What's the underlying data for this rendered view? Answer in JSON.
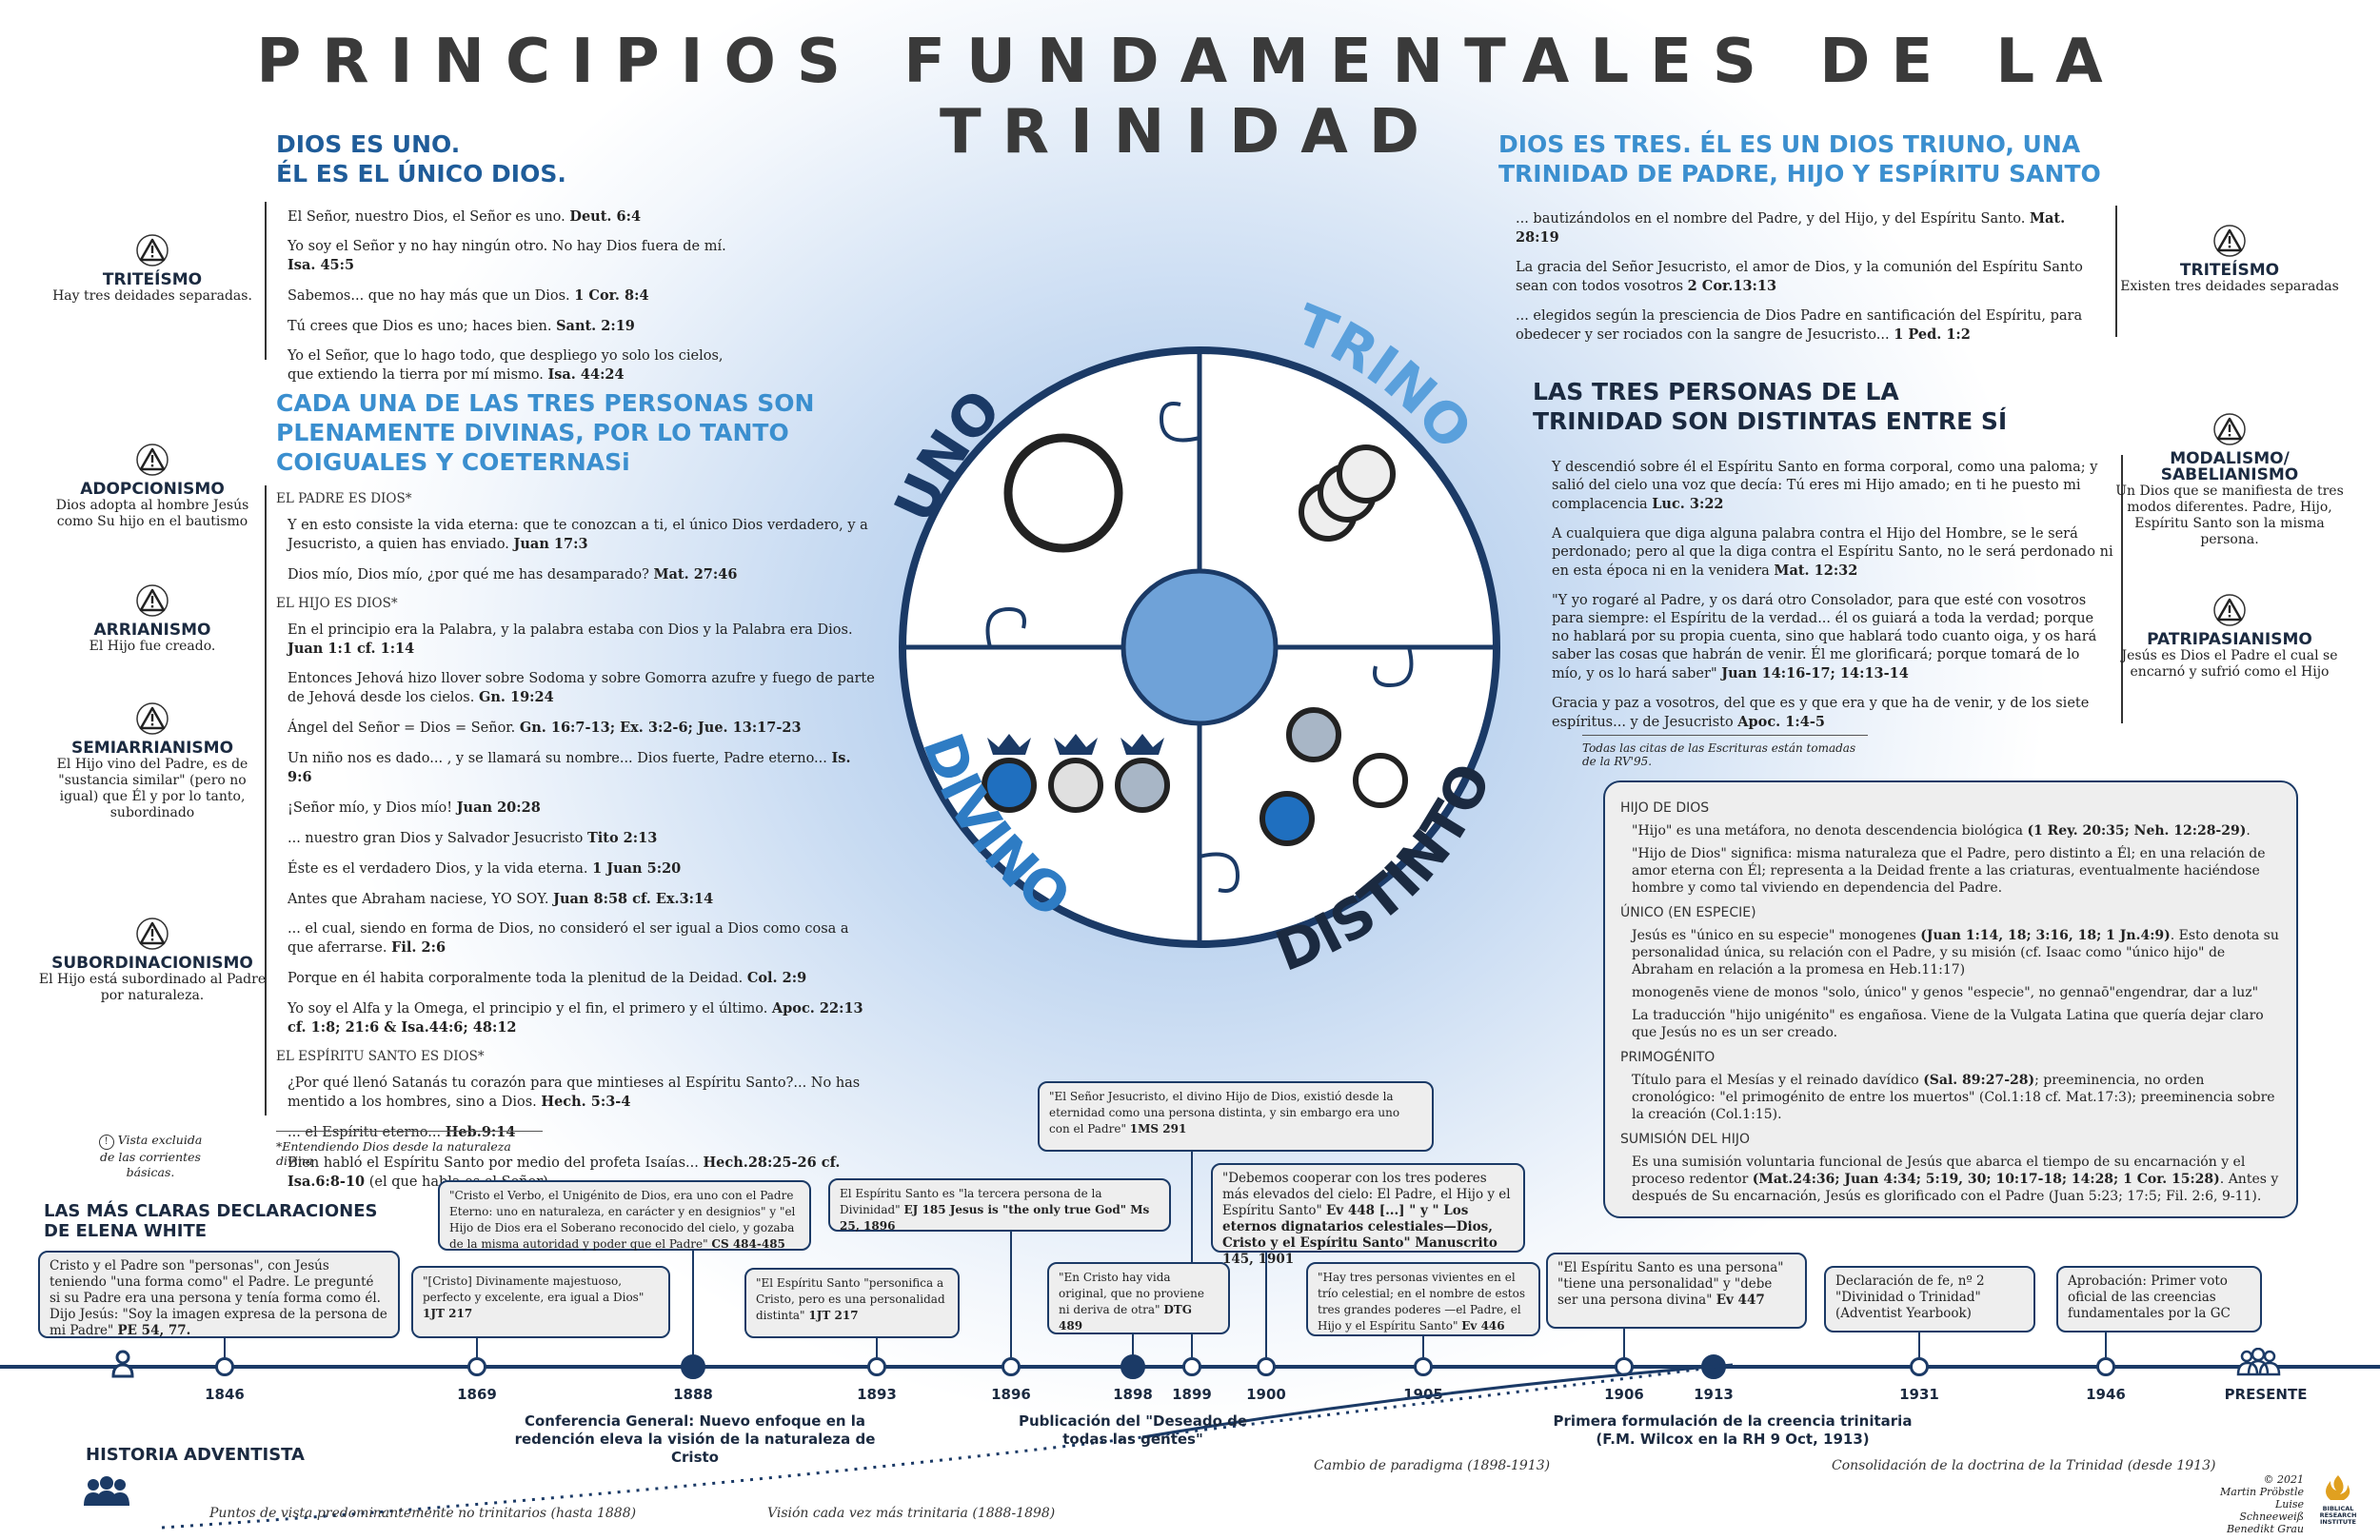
{
  "title": "PRINCIPIOS FUNDAMENTALES DE LA TRINIDAD",
  "left": {
    "uno_heading_1": "DIOS ES UNO.",
    "uno_heading_2": "ÉL ES EL ÚNICO DIOS.",
    "uno_quotes": [
      {
        "t": "El Señor, nuestro Dios, el Señor es uno. ",
        "r": "Deut. 6:4"
      },
      {
        "t": "Yo soy el Señor y no hay ningún otro. No hay Dios fuera de mí. ",
        "r": "Isa. 45:5"
      },
      {
        "t": "Sabemos... que no hay más que un Dios. ",
        "r": "1 Cor. 8:4"
      },
      {
        "t": "Tú crees que Dios es uno; haces bien. ",
        "r": "Sant. 2:19"
      },
      {
        "t": "Yo el Señor, que lo hago todo, que despliego yo solo los cielos, que extiendo la tierra por mí mismo. ",
        "r": "Isa. 44:24"
      }
    ],
    "divinas_heading": "CADA UNA DE LAS TRES PERSONAS SON PLENAMENTE DIVINAS, POR LO TANTO COIGUALES Y COETERNASi",
    "padre_label": "EL PADRE ES DIOS*",
    "padre_quotes": [
      {
        "t": "Y en esto consiste la vida eterna: que te conozcan a ti, el único Dios verdadero, y a Jesucristo, a quien has enviado. ",
        "r": "Juan 17:3"
      },
      {
        "t": "Dios mío, Dios mío, ¿por qué me has desamparado? ",
        "r": "Mat. 27:46"
      }
    ],
    "hijo_label": "EL HIJO ES DIOS*",
    "hijo_quotes": [
      {
        "t": "En el principio era la Palabra, y la palabra estaba con Dios y la Palabra era Dios. ",
        "r": "Juan 1:1 cf. 1:14"
      },
      {
        "t": "Entonces Jehová hizo llover sobre Sodoma y sobre Gomorra azufre y fuego de parte de Jehová desde los cielos. ",
        "r": "Gn. 19:24"
      },
      {
        "t": "Ángel del Señor = Dios = Señor. ",
        "r": "Gn. 16:7-13; Ex. 3:2-6; Jue. 13:17-23"
      },
      {
        "t": "Un niño nos es dado... , y se llamará su nombre... Dios fuerte, Padre eterno... ",
        "r": "Is. 9:6"
      },
      {
        "t": "¡Señor mío, y Dios mío! ",
        "r": "Juan 20:28"
      },
      {
        "t": "... nuestro gran Dios y Salvador Jesucristo ",
        "r": "Tito 2:13"
      },
      {
        "t": "Éste es el verdadero Dios, y la vida eterna. ",
        "r": "1 Juan 5:20"
      },
      {
        "t": "Antes que Abraham naciese, YO SOY. ",
        "r": "Juan 8:58 cf. Ex.3:14"
      },
      {
        "t": "... el cual, siendo en forma de Dios, no consideró el ser igual a Dios como cosa a que aferrarse. ",
        "r": "Fil. 2:6"
      },
      {
        "t": "Porque en él habita corporalmente toda la plenitud de la Deidad. ",
        "r": "Col. 2:9"
      },
      {
        "t": "Yo soy el Alfa y la Omega, el principio y el fin, el primero y el último. ",
        "r": "Apoc. 22:13 cf. 1:8; 21:6 & Isa.44:6; 48:12"
      }
    ],
    "espiritu_label": "EL ESPÍRITU SANTO ES DIOS*",
    "espiritu_quotes": [
      {
        "t": "¿Por qué llenó Satanás tu corazón para que mintieses al Espíritu Santo?... No has mentido a los hombres, sino a Dios. ",
        "r": "Hech. 5:3-4"
      },
      {
        "t": "... el Espíritu eterno... ",
        "r": "Heb.9:14"
      },
      {
        "t": "Bien habló el Espíritu Santo por medio del profeta Isaías... ",
        "r": "Hech.28:25-26 cf. Isa.6:8-10",
        "tail": " (el que habla es el Señor)"
      }
    ],
    "footnote": "*Entendiendo Dios desde la naturaleza divina",
    "heresies": [
      {
        "name": "TRITEÍSMO",
        "desc": "Hay tres deidades separadas."
      },
      {
        "name": "ADOPCIONISMO",
        "desc": "Dios adopta al hombre Jesús como Su hijo en el bautismo"
      },
      {
        "name": "ARRIANISMO",
        "desc": "El Hijo fue creado."
      },
      {
        "name": "SEMIARRIANISMO",
        "desc": "El Hijo vino del Padre, es de \"sustancia similar\" (pero no igual) que Él y por lo tanto, subordinado"
      },
      {
        "name": "SUBORDINACIONISMO",
        "desc": "El Hijo está subordinado al Padre por naturaleza."
      }
    ],
    "legend_1": "Vista excluida",
    "legend_2": "de las corrientes básicas."
  },
  "right": {
    "tres_heading": "DIOS ES TRES. ÉL ES UN DIOS TRIUNO, UNA TRINIDAD DE PADRE, HIJO Y ESPÍRITU SANTO",
    "tres_quotes": [
      {
        "t": "... bautizándolos en el nombre del Padre, y del Hijo, y del Espíritu Santo. ",
        "r": "Mat. 28:19"
      },
      {
        "t": "La gracia del Señor Jesucristo, el amor de Dios, y la comunión del Espíritu Santo sean con todos vosotros ",
        "r": "2 Cor.13:13"
      },
      {
        "t": "... elegidos según la presciencia de Dios Padre en santificación del Espíritu, para obedecer y ser rociados con la sangre de Jesucristo... ",
        "r": "1 Ped. 1:2"
      }
    ],
    "distintas_heading": "LAS TRES PERSONAS DE LA TRINIDAD SON DISTINTAS ENTRE SÍ",
    "distintas_quotes": [
      {
        "t": "Y descendió sobre él el Espíritu Santo en forma corporal, como una paloma; y salió del cielo una voz que decía: Tú eres mi Hijo amado; en ti he puesto mi complacencia ",
        "r": "Luc. 3:22"
      },
      {
        "t": "A cualquiera que diga alguna palabra contra el Hijo del Hombre, se le será perdonado; pero al que la diga contra el Espíritu Santo, no le será perdonado ni en esta época ni en la venidera ",
        "r": "Mat. 12:32"
      },
      {
        "t": "\"Y yo rogaré al Padre, y os dará otro Consolador, para que esté con vosotros para siempre: el Espíritu de la verdad... él os guiará a toda la verdad; porque no hablará por su propia cuenta, sino que hablará todo cuanto oiga, y os hará saber las cosas que habrán de venir. Él me glorificará; porque tomará de lo mío, y os lo hará saber\" ",
        "r": "Juan 14:16-17; 14:13-14"
      },
      {
        "t": "Gracia y paz a vosotros, del que es y que era y que ha de venir, y de los siete espíritus... y de Jesucristo ",
        "r": "Apoc. 1:4-5"
      }
    ],
    "rv_note": "Todas las citas de las Escrituras están tomadas de la RV'95.",
    "heresies": [
      {
        "name": "TRITEÍSMO",
        "desc": "Existen tres deidades separadas"
      },
      {
        "name": "MODALISMO/ SABELIANISMO",
        "desc": "Un Dios que se manifiesta de tres modos diferentes. Padre, Hijo, Espíritu Santo son la misma persona."
      },
      {
        "name": "PATRIPASIANISMO",
        "desc": "Jesús es Dios el Padre el cual se encarnó y sufrió como el Hijo"
      }
    ]
  },
  "circle": {
    "uno": "UNO",
    "trino": "TRINO",
    "divino": "DIVINO",
    "distinto": "DISTINTO"
  },
  "detail_box": {
    "sections": [
      {
        "h": "HIJO DE DIOS",
        "items": [
          [
            "\"Hijo\" es una metáfora, no denota descendencia biológica ",
            "(1 Rey. 20:35; Neh. 12:28-29)",
            "."
          ],
          [
            "\"Hijo de Dios\" significa: misma naturaleza que el Padre, pero distinto a Él; en una relación de amor eterna con Él; representa a la Deidad frente a las criaturas, eventualmente haciéndose hombre y como tal viviendo en dependencia del Padre.",
            "",
            ""
          ]
        ]
      },
      {
        "h": "ÚNICO (EN ESPECIE)",
        "items": [
          [
            "Jesús es \"único en su especie\" monogenes ",
            "(Juan 1:14, 18; 3:16, 18; 1 Jn.4:9)",
            ". Esto denota su personalidad única, su relación con el Padre, y su misión (cf. Isaac como \"único hijo\" de Abraham en relación a la promesa en Heb.11:17)"
          ],
          [
            "monogenēs viene de monos \"solo, único\" y genos \"especie\", no gennaō\"engendrar, dar a luz\"",
            "",
            ""
          ],
          [
            "La traducción \"hijo unigénito\" es engañosa. Viene de la Vulgata Latina que quería dejar claro que Jesús no es un ser creado.",
            "",
            ""
          ]
        ]
      },
      {
        "h": "PRIMOGÉNITO",
        "items": [
          [
            "Título para el Mesías y el reinado davídico ",
            "(Sal. 89:27-28)",
            "; preeminencia, no orden cronológico: \"el primogénito de entre los muertos\" (Col.1:18 cf. Mat.17:3); preeminencia sobre la creación (Col.1:15)."
          ]
        ]
      },
      {
        "h": "SUMISIÓN DEL HIJO",
        "items": [
          [
            "Es una sumisión voluntaria funcional de Jesús que abarca el tiempo de su encarnación y el proceso redentor ",
            "(Mat.24:36; Juan 4:34; 5:19, 30; 10:17-18; 14:28; 1 Cor. 15:28)",
            ". Antes y después de Su encarnación, Jesús es glorificado con el Padre (Juan 5:23; 17:5; Fil. 2:6, 9-11)."
          ]
        ]
      }
    ]
  },
  "timeline": {
    "ew_heading_1": "LAS MÁS CLARAS DECLARACIONES",
    "ew_heading_2": "DE ELENA WHITE",
    "history_label": "HISTORIA ADVENTISTA",
    "years": [
      "1846",
      "1869",
      "1888",
      "1893",
      "1896",
      "1898",
      "1899",
      "1900",
      "1905",
      "1906",
      "1913",
      "1931",
      "1946",
      "PRESENTE"
    ],
    "quotes": [
      {
        "text": "Cristo y el Padre son \"personas\", con Jesús teniendo \"una forma como\" el Padre. Le pregunté si su Padre era una persona y tenía forma como él. Dijo Jesús: \"Soy la imagen expresa de la persona de mi Padre\"",
        "ref": "PE 54, 77."
      },
      {
        "text": "\"[Cristo] Divinamente majestuoso, perfecto y excelente, era igual a Dios\"",
        "ref": "1JT 217"
      },
      {
        "text": "\"Cristo el Verbo, el Unigénito de Dios, era uno con el Padre Eterno: uno en naturaleza, en carácter y en designios\" y \"el Hijo de Dios era el Soberano reconocido del cielo, y gozaba de la misma autoridad y poder que el Padre\"",
        "ref": "CS 484-485"
      },
      {
        "text": "\"El Espíritu Santo \"personifica a Cristo, pero es una personalidad distinta\"",
        "ref": "1JT 217"
      },
      {
        "text": "El Espíritu Santo es \"la tercera persona de la Divinidad\"",
        "ref": "EJ 185 Jesus is \"the only true God\" Ms 25, 1896"
      },
      {
        "text": "\"El Señor Jesucristo, el divino Hijo de Dios, existió desde la eternidad como una persona distinta, y sin embargo era uno con el Padre\"",
        "ref": "1MS 291"
      },
      {
        "text": "\"En Cristo hay vida original, que no proviene ni deriva de otra\"",
        "ref": "DTG 489"
      },
      {
        "text": "\"Debemos cooperar con los tres poderes más elevados del cielo: El Padre, el Hijo y el Espíritu Santo\"",
        "ref": "Ev 448 [...] \" y \" Los eternos dignatarios celestiales—Dios, Cristo y el Espíritu Santo\" Manuscrito 145, 1901"
      },
      {
        "text": "\"Hay tres personas vivientes en el trío celestial; en el nombre de estos tres grandes poderes —el Padre, el Hijo y el Espíritu Santo\"",
        "ref": "Ev 446"
      },
      {
        "text": "\"El Espíritu Santo es una persona\" \"tiene una personalidad\" y \"debe ser una persona divina\"",
        "ref": "Ev 447"
      },
      {
        "text": "Declaración de fe, nº 2 \"Divinidad o Trinidad\" (Adventist Yearbook)",
        "ref": ""
      },
      {
        "text": "Aprobación: Primer voto oficial de las creencias fundamentales por la GC",
        "ref": ""
      }
    ],
    "event_1888": "Conferencia General: Nuevo enfoque en la redención eleva la visión de la naturaleza de Cristo",
    "event_1898": "Publicación del \"Deseado de todas las gentes\"",
    "event_1913": "Primera formulación de la creencia trinitaria (F.M. Wilcox en la RH 9 Oct, 1913)",
    "paradigm": "Cambio de paradigma (1898-1913)",
    "consolidation": "Consolidación de la doctrina de la Trinidad (desde 1913)",
    "non_trinitarian": "Puntos de vista predominantemente no trinitarios (hasta 1888)",
    "more_trinitarian": "Visión cada vez más trinitaria (1888-1898)",
    "copyright": "© 2021",
    "authors": [
      "Martin Pröbstle",
      "Luise Schneeweiß",
      "Benedikt Grau"
    ],
    "logo_text": "BIBLICAL RESEARCH INSTITUTE"
  }
}
